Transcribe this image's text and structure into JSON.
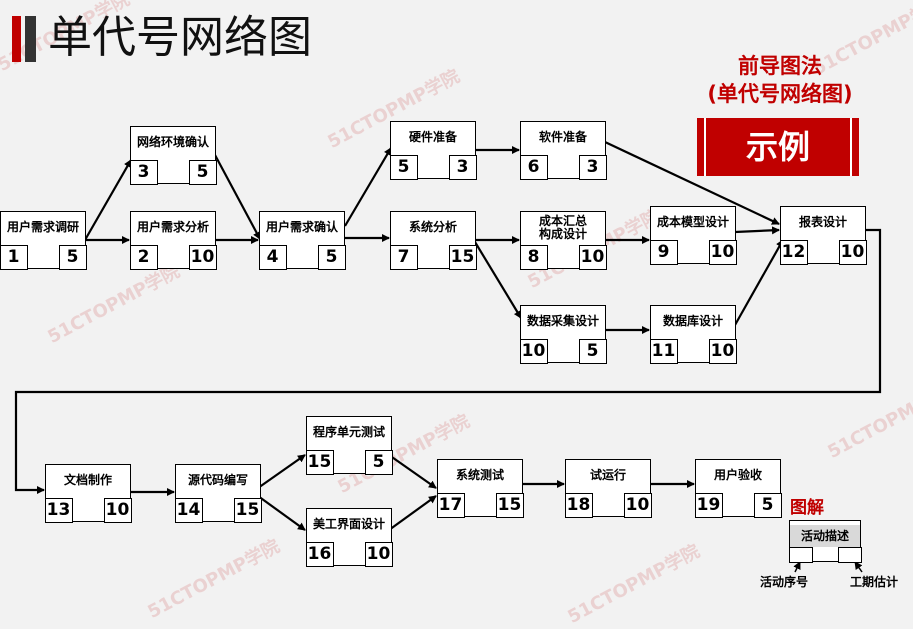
{
  "title": "单代号网络图",
  "legend_title_line1": "前导图法",
  "legend_title_line2": "(单代号网络图)",
  "example_label": "示例",
  "legend": {
    "caption": "图解",
    "description_label": "活动描述",
    "seq_label": "活动序号",
    "duration_label": "工期估计"
  },
  "watermark": "51CTOPMP学院",
  "nodes": [
    {
      "label": "用户需求调研",
      "seq": "1",
      "dur": "5"
    },
    {
      "label": "网络环境确认",
      "seq": "3",
      "dur": "5"
    },
    {
      "label": "用户需求分析",
      "seq": "2",
      "dur": "10"
    },
    {
      "label": "用户需求确认",
      "seq": "4",
      "dur": "5"
    },
    {
      "label": "硬件准备",
      "seq": "5",
      "dur": "3"
    },
    {
      "label": "系统分析",
      "seq": "7",
      "dur": "15"
    },
    {
      "label": "软件准备",
      "seq": "6",
      "dur": "3"
    },
    {
      "label": "成本汇总\n构成设计",
      "seq": "8",
      "dur": "10"
    },
    {
      "label": "数据采集设计",
      "seq": "10",
      "dur": "5"
    },
    {
      "label": "成本模型设计",
      "seq": "9",
      "dur": "10"
    },
    {
      "label": "数据库设计",
      "seq": "11",
      "dur": "10"
    },
    {
      "label": "报表设计",
      "seq": "12",
      "dur": "10"
    },
    {
      "label": "文档制作",
      "seq": "13",
      "dur": "10"
    },
    {
      "label": "源代码编写",
      "seq": "14",
      "dur": "15"
    },
    {
      "label": "程序单元测试",
      "seq": "15",
      "dur": "5"
    },
    {
      "label": "美工界面设计",
      "seq": "16",
      "dur": "10"
    },
    {
      "label": "系统测试",
      "seq": "17",
      "dur": "15"
    },
    {
      "label": "试运行",
      "seq": "18",
      "dur": "10"
    },
    {
      "label": "用户验收",
      "seq": "19",
      "dur": "5"
    }
  ]
}
